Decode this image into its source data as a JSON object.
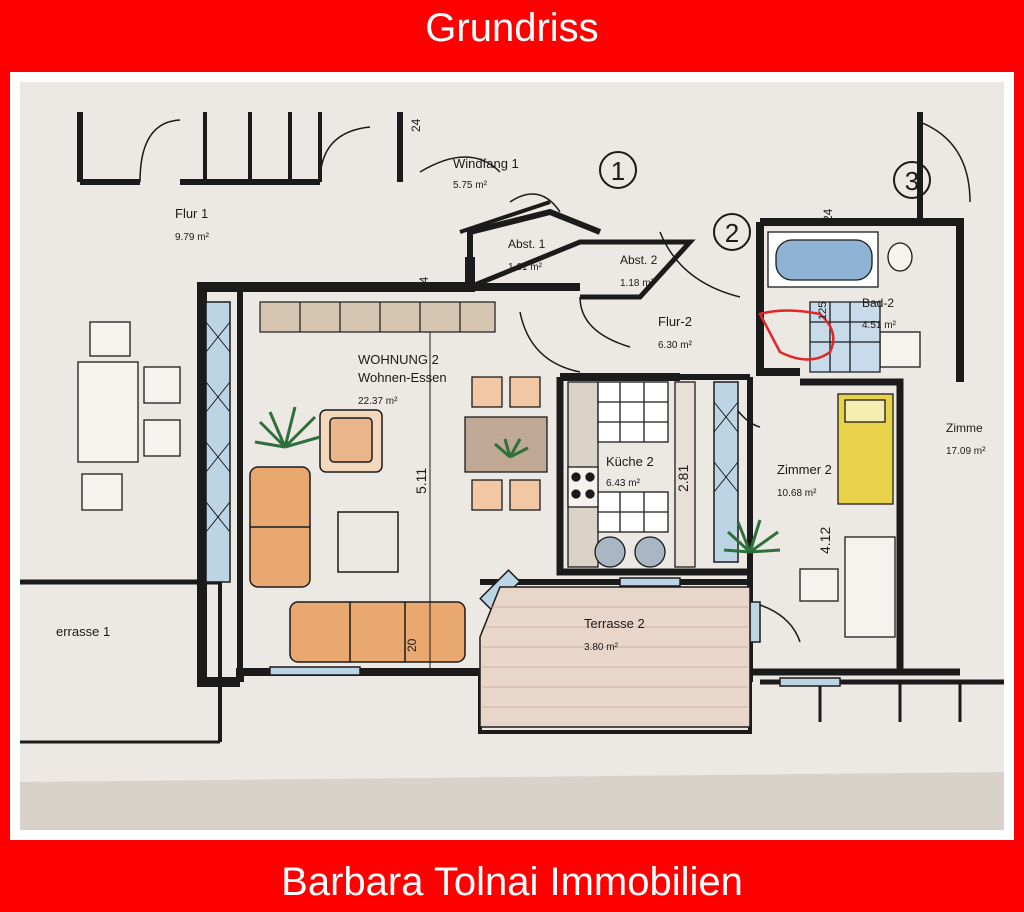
{
  "header": {
    "title": "Grundriss"
  },
  "footer": {
    "company": "Barbara Tolnai Immobilien"
  },
  "plan": {
    "rooms": [
      {
        "name": "Flur 1",
        "area": "9.79 m²"
      },
      {
        "name": "Windfang 1",
        "area": "5.75 m²"
      },
      {
        "name": "Abst. 1",
        "area": "1.61 m²"
      },
      {
        "name": "Abst. 2",
        "area": "1.18 m²"
      },
      {
        "name": "Flur-2",
        "area": "6.30 m²"
      },
      {
        "name": "Bad-2",
        "area": "4.51 m²"
      },
      {
        "name": "WOHNUNG 2",
        "area": ""
      },
      {
        "name": "Wohnen-Essen",
        "area": "22.37 m²"
      },
      {
        "name": "Küche 2",
        "area": "6.43 m²"
      },
      {
        "name": "Zimmer 2",
        "area": "10.68 m²"
      },
      {
        "name": "Zimme",
        "area": "17.09 m²"
      },
      {
        "name": "Terrasse 2",
        "area": "3.80 m²"
      },
      {
        "name": "errasse 1",
        "area": ""
      }
    ],
    "markers": [
      "1",
      "2",
      "3"
    ],
    "dimensions": [
      "24",
      "24",
      "24",
      "125",
      "5.11",
      "2.81",
      "4.12",
      "20"
    ]
  },
  "colors": {
    "banner": "#ff0000",
    "banner_text": "#ffffff",
    "paper": "#ece8e3",
    "wall": "#1b1b1b",
    "wood": "#d98a4a",
    "tile": "#7fa8c9",
    "bed": "#e8d24a",
    "plant": "#3f8a4a"
  }
}
